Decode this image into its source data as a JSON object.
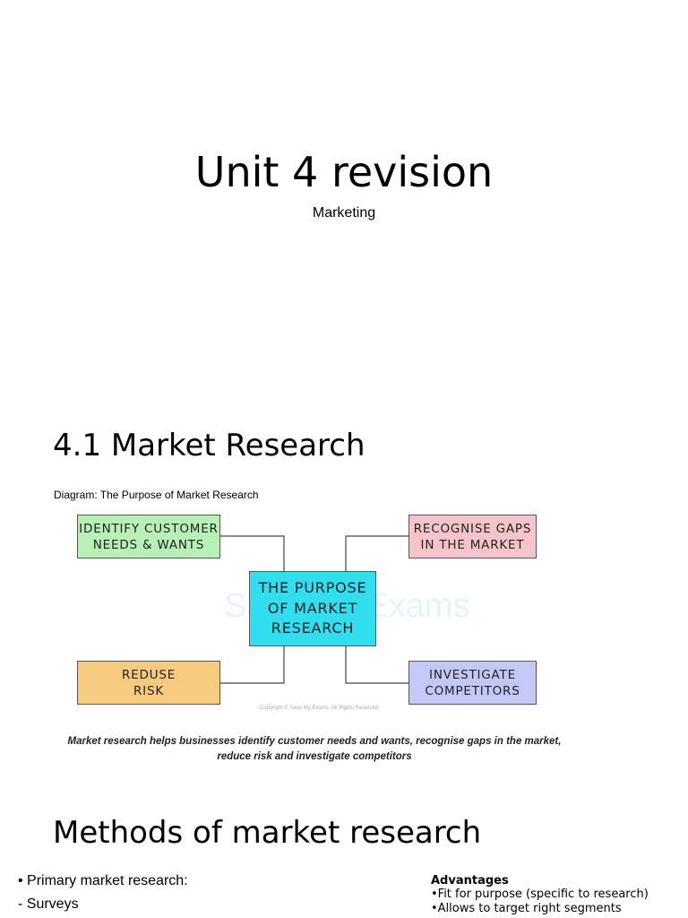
{
  "title_slide": {
    "title": "Unit 4 revision",
    "subtitle": "Marketing"
  },
  "section_41": {
    "heading": "4.1 Market Research",
    "diagram": {
      "caption": "Diagram: The Purpose of Market Research",
      "center": "THE  PURPOSE\nOF  MARKET\nRESEARCH",
      "top_left": "IDENTIFY  CUSTOMER\nNEEDS  &  WANTS",
      "top_right": "RECOGNISE  GAPS\nIN  THE   MARKET",
      "bottom_left": "REDUSE\nRISK",
      "bottom_right": "INVESTIGATE\nCOMPETITORS",
      "copyright": "Copyright © Save My Exams. All Rights Reserved",
      "note": "Market research helps businesses identify customer needs and wants, recognise gaps in the market,\nreduce risk and investigate competitors",
      "colors": {
        "top_left": "#b8f0b8",
        "top_right": "#f7c4cc",
        "center": "#33ddf0",
        "bottom_left": "#f8cc80",
        "bottom_right": "#c3c8f7"
      }
    }
  },
  "methods": {
    "heading": "Methods of market research",
    "primary_bullet": "Primary market research:",
    "surveys": "- Surveys",
    "advantages_heading": "Advantages",
    "advantages": [
      "•Fit for purpose (specific to research)",
      "•Allows to target right segments"
    ]
  }
}
